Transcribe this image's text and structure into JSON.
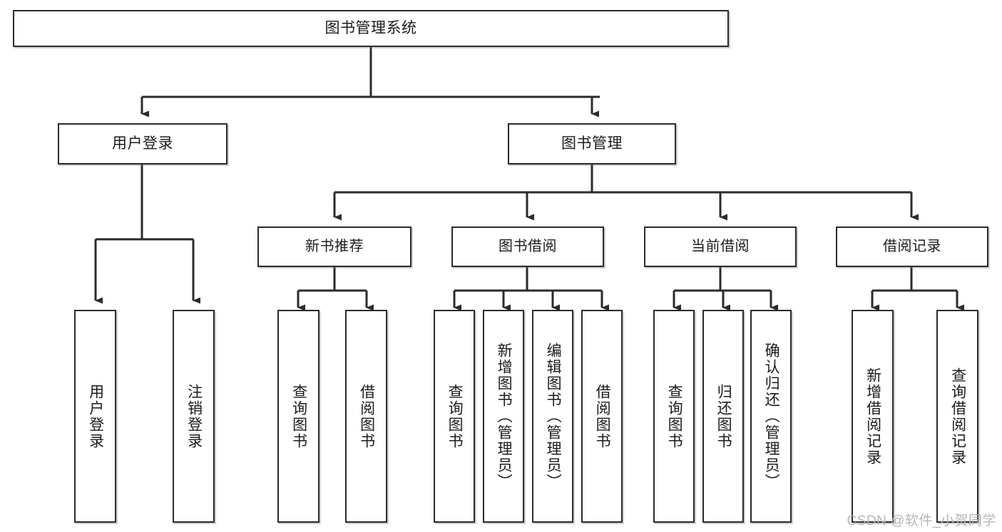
{
  "diagram": {
    "title": "图书管理系统",
    "watermark": "CSDN @软件_小贺同学",
    "colors": {
      "stroke": "#2b2b2b",
      "fill": "#ffffff",
      "text": "#1b1b1b",
      "watermark": "#b6b6b6"
    },
    "nodes": {
      "root": {
        "label": "图书管理系统"
      },
      "level1": [
        {
          "label": "用户登录"
        },
        {
          "label": "图书管理"
        }
      ],
      "level2": [
        {
          "label": "新书推荐"
        },
        {
          "label": "图书借阅"
        },
        {
          "label": "当前借阅"
        },
        {
          "label": "借阅记录"
        }
      ],
      "leaves": {
        "user_login": [
          {
            "label": "用户登录"
          },
          {
            "label": "注销登录"
          }
        ],
        "new_books": [
          {
            "label": "查询图书"
          },
          {
            "label": "借阅图书"
          }
        ],
        "book_borrow": [
          {
            "label": "查询图书"
          },
          {
            "label": "新增图书（管理员）"
          },
          {
            "label": "编辑图书（管理员）"
          },
          {
            "label": "借阅图书"
          }
        ],
        "current_borrow": [
          {
            "label": "查询图书"
          },
          {
            "label": "归还图书"
          },
          {
            "label": "确认归还（管理员）"
          }
        ],
        "borrow_records": [
          {
            "label": "新增借阅记录"
          },
          {
            "label": "查询借阅记录"
          }
        ]
      }
    }
  }
}
